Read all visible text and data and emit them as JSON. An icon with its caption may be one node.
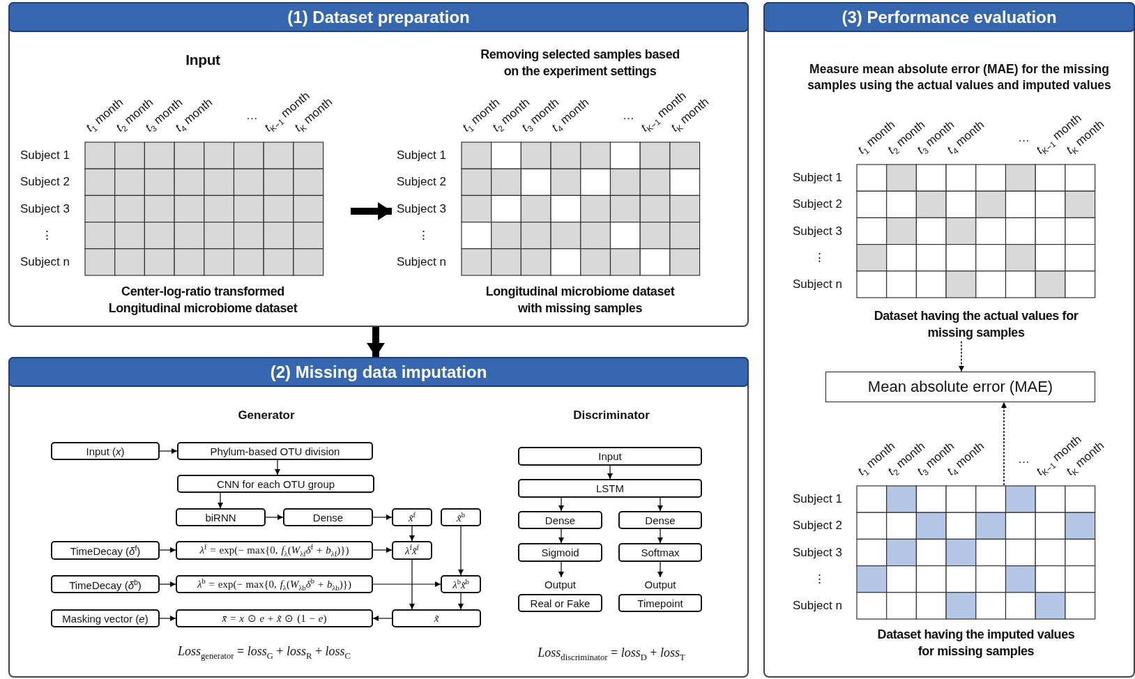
{
  "diagram": {
    "nodes": [
      {
        "text": [
          "(1) Dataset preparation"
        ]
      },
      {
        "text": [
          "Input",
          "Center-log-ratio transformed Longitudinal microbiome dataset"
        ],
        "in": 0
      },
      {
        "text": [
          "Removing selected samples based on the experiment settings",
          "Longitudinal microbiome dataset with missing samples"
        ],
        "in": 0
      },
      {
        "text": [
          "(2) Missing data imputation"
        ]
      },
      {
        "text": [
          "Input (*x*)"
        ],
        "in": 3
      },
      {
        "text": [
          "Phylum-based OTU division"
        ],
        "in": 3
      },
      {
        "text": [
          "CNN for each OTU group"
        ],
        "in": 3
      },
      {
        "text": [
          "biRNN"
        ],
        "in": 3
      },
      {
        "text": [
          "Dense"
        ],
        "in": 3
      },
      {
        "text": [
          "*x̃*$^{f}$"
        ],
        "in": 3
      },
      {
        "text": [
          "*x̃*$^{b}$"
        ],
        "in": 3
      },
      {
        "text": [
          "TimeDecay (*δ*$^{f}$)"
        ],
        "in": 3
      },
      {
        "text": [
          "*λ*$^{f}$ = exp(− max{0, *f*$_{λ}$(*W*$_{λf}$*δ*$^{f}$ + *b*$_{λf}$)})"
        ],
        "in": 3
      },
      {
        "text": [
          "*λ*$^{f}$*x̃*$^{f}$"
        ],
        "in": 3
      },
      {
        "text": [
          "TimeDecay (*δ*$^{b}$)"
        ],
        "in": 3
      },
      {
        "text": [
          "*λ*$^{b}$ = exp(− max{0, *f*$_{λ}$(*W*$_{λb}$*δ*$^{b}$ + *b*$_{λb}$)})"
        ],
        "in": 3
      },
      {
        "text": [
          "*λ*$^{b}$*x̃*$^{b}$"
        ],
        "in": 3
      },
      {
        "text": [
          "Masking vector (*e*)"
        ],
        "in": 3
      },
      {
        "text": [
          "*x̄* = *x* ⊙ *e* + *x̃* ⊙ (1 − *e*)"
        ],
        "in": 3
      },
      {
        "text": [
          "*x̃*"
        ],
        "in": 3
      },
      {
        "text": [
          "Input"
        ],
        "in": 3
      },
      {
        "text": [
          "LSTM"
        ],
        "in": 3
      },
      {
        "text": [
          "Dense"
        ],
        "in": 3
      },
      {
        "text": [
          "Dense"
        ],
        "in": 3
      },
      {
        "text": [
          "Sigmoid"
        ],
        "in": 3
      },
      {
        "text": [
          "Softmax"
        ],
        "in": 3
      },
      {
        "text": [
          "Output",
          "Real or Fake"
        ],
        "in": 3
      },
      {
        "text": [
          "Output",
          "Timepoint"
        ],
        "in": 3
      },
      {
        "text": [
          "(3) Performance evaluation"
        ]
      },
      {
        "text": [
          "Dataset having the actual values for missing samples"
        ],
        "in": 28
      },
      {
        "text": [
          "Mean absolute error (MAE)"
        ],
        "in": 28
      },
      {
        "text": [
          "Dataset having the imputed values for missing samples"
        ],
        "in": 28
      }
    ],
    "edges": [
      {
        "from": 1,
        "to": 2,
        "arrow": "to",
        "style": "thick"
      },
      {
        "from": 0,
        "to": 3,
        "arrow": "to",
        "style": "thick"
      },
      {
        "from": 4,
        "to": 5,
        "arrow": "to"
      },
      {
        "from": 5,
        "to": 6,
        "arrow": "to"
      },
      {
        "from": 6,
        "to": 7,
        "arrow": "to"
      },
      {
        "from": 7,
        "to": 8,
        "arrow": "to"
      },
      {
        "from": 8,
        "to": 9,
        "arrow": "to"
      },
      {
        "from": 9,
        "to": 13,
        "arrow": "to"
      },
      {
        "from": 11,
        "to": 12,
        "arrow": "to"
      },
      {
        "from": 12,
        "to": 13,
        "arrow": "to"
      },
      {
        "from": 10,
        "to": 16,
        "arrow": "to"
      },
      {
        "from": 14,
        "to": 15,
        "arrow": "to"
      },
      {
        "from": 15,
        "to": 16,
        "arrow": "to"
      },
      {
        "from": 17,
        "to": 18,
        "arrow": "to"
      },
      {
        "from": 13,
        "to": 19,
        "arrow": "to"
      },
      {
        "from": 16,
        "to": 19,
        "arrow": "to"
      },
      {
        "from": 19,
        "to": 18,
        "arrow": "to"
      },
      {
        "from": 20,
        "to": 21,
        "arrow": "to"
      },
      {
        "from": 21,
        "to": 22,
        "arrow": "to"
      },
      {
        "from": 21,
        "to": 23,
        "arrow": "to"
      },
      {
        "from": 22,
        "to": 24,
        "arrow": "to"
      },
      {
        "from": 23,
        "to": 25,
        "arrow": "to"
      },
      {
        "from": 24,
        "to": 26,
        "arrow": "to"
      },
      {
        "from": 25,
        "to": 27,
        "arrow": "to"
      },
      {
        "from": 29,
        "to": 30,
        "arrow": "to",
        "style": "dashed"
      },
      {
        "from": 31,
        "to": 30,
        "arrow": "to",
        "style": "dashed"
      }
    ],
    "labels": [
      "*t*$_{1}$ month",
      "*t*$_{2}$ month",
      "*t*$_{3}$ month",
      "*t*$_{4}$ month",
      "…",
      "*t*$_{K−1}$ month",
      "*t*$_{K}$ month",
      "Subject 1",
      "Subject 2",
      "Subject 3",
      "⋮",
      "Subject n",
      "*t*$_{1}$ month",
      "*t*$_{2}$ month",
      "*t*$_{3}$ month",
      "*t*$_{4}$ month",
      "…",
      "*t*$_{K−1}$ month",
      "*t*$_{K}$ month",
      "Subject 1",
      "Subject 2",
      "Subject 3",
      "⋮",
      "Subject n",
      "Measure mean absolute error (MAE) for the missing samples using the actual values and imputed values",
      "*t*$_{1}$ month",
      "*t*$_{2}$ month",
      "*t*$_{3}$ month",
      "*t*$_{4}$ month",
      "…",
      "*t*$_{K−1}$ month",
      "*t*$_{K}$ month",
      "Subject 1",
      "Subject 2",
      "Subject 3",
      "⋮",
      "Subject n",
      "Generator",
      "Discriminator",
      "*Loss*$_{generator}$ = *loss*$_{G}$ + *loss*$_{R}$ + *loss*$_{C}$",
      "*Loss*$_{discriminator}$ = *loss*$_{D}$ + *loss*$_{T}$",
      "*t*$_{1}$ month",
      "*t*$_{2}$ month",
      "*t*$_{3}$ month",
      "*t*$_{4}$ month",
      "…",
      "*t*$_{K−1}$ month",
      "*t*$_{K}$ month",
      "Subject 1",
      "Subject 2",
      "Subject 3",
      "⋮",
      "Subject n"
    ]
  }
}
